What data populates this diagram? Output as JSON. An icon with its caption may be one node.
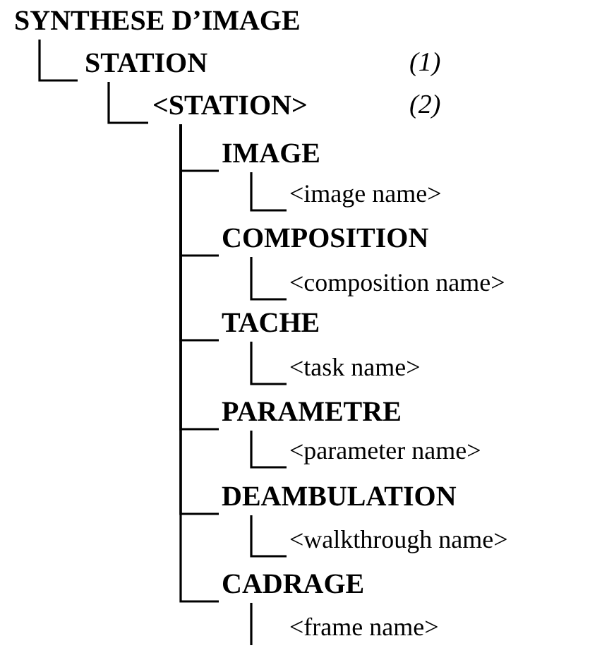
{
  "diagram": {
    "nodes": [
      {
        "text": [
          "SYNTHESE D’IMAGE"
        ]
      },
      {
        "text": [
          "STATION"
        ]
      },
      {
        "text": [
          "<STATION>"
        ]
      },
      {
        "text": [
          "IMAGE"
        ]
      },
      {
        "text": [
          "<image name>"
        ]
      },
      {
        "text": [
          "COMPOSITION"
        ]
      },
      {
        "text": [
          "<composition name>"
        ]
      },
      {
        "text": [
          "TACHE"
        ]
      },
      {
        "text": [
          "<task name>"
        ]
      },
      {
        "text": [
          "PARAMETRE"
        ]
      },
      {
        "text": [
          "<parameter name>"
        ]
      },
      {
        "text": [
          "DEAMBULATION"
        ]
      },
      {
        "text": [
          "<walkthrough name>"
        ]
      },
      {
        "text": [
          "CADRAGE"
        ]
      },
      {
        "text": [
          "<frame name>"
        ]
      }
    ],
    "edges": [
      {
        "from": 0,
        "to": 1,
        "arrow": "none"
      },
      {
        "from": 1,
        "to": 2,
        "arrow": "none"
      },
      {
        "from": 2,
        "to": 3,
        "arrow": "none"
      },
      {
        "from": 3,
        "to": 4,
        "arrow": "none"
      },
      {
        "from": 2,
        "to": 5,
        "arrow": "none"
      },
      {
        "from": 5,
        "to": 6,
        "arrow": "none"
      },
      {
        "from": 2,
        "to": 7,
        "arrow": "none"
      },
      {
        "from": 7,
        "to": 8,
        "arrow": "none"
      },
      {
        "from": 2,
        "to": 9,
        "arrow": "none"
      },
      {
        "from": 9,
        "to": 10,
        "arrow": "none"
      },
      {
        "from": 2,
        "to": 11,
        "arrow": "none"
      },
      {
        "from": 11,
        "to": 12,
        "arrow": "none"
      },
      {
        "from": 2,
        "to": 13,
        "arrow": "none"
      },
      {
        "from": 13,
        "to": 14,
        "arrow": "none"
      }
    ],
    "labels": [
      "(1)",
      "(2)"
    ]
  }
}
